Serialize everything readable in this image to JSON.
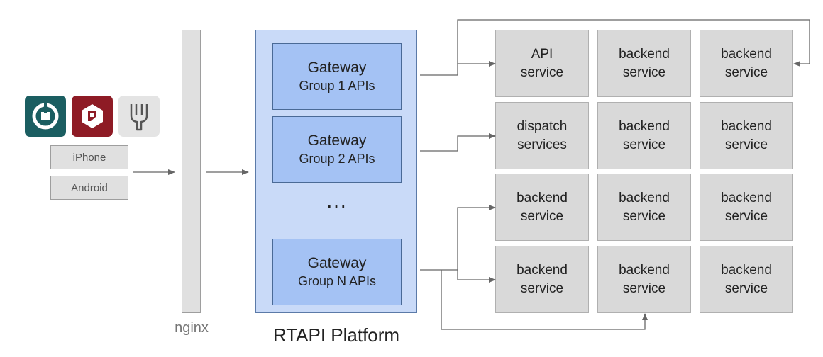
{
  "apps": [
    {
      "icon": "uber-logo-icon",
      "bg": "#1b5e61",
      "fg": "#ffffff"
    },
    {
      "icon": "uber-eats-driver-logo-icon",
      "bg": "#8e1b25",
      "fg": "#ffffff"
    },
    {
      "icon": "fork-icon",
      "bg": "#e4e4e4",
      "fg": "#555555"
    }
  ],
  "platforms": {
    "iphone": "iPhone",
    "android": "Android"
  },
  "nginx": {
    "label": "nginx"
  },
  "rtapi": {
    "label": "RTAPI Platform"
  },
  "gateways": [
    {
      "title": "Gateway",
      "subtitle": "Group 1 APIs"
    },
    {
      "title": "Gateway",
      "subtitle": "Group 2 APIs"
    },
    {
      "title": "Gateway",
      "subtitle": "Group N APIs"
    }
  ],
  "ellipsis": "...",
  "services": [
    [
      {
        "line1": "API",
        "line2": "service"
      },
      {
        "line1": "backend",
        "line2": "service"
      },
      {
        "line1": "backend",
        "line2": "service"
      }
    ],
    [
      {
        "line1": "dispatch",
        "line2": "services"
      },
      {
        "line1": "backend",
        "line2": "service"
      },
      {
        "line1": "backend",
        "line2": "service"
      }
    ],
    [
      {
        "line1": "backend",
        "line2": "service"
      },
      {
        "line1": "backend",
        "line2": "service"
      },
      {
        "line1": "backend",
        "line2": "service"
      }
    ],
    [
      {
        "line1": "backend",
        "line2": "service"
      },
      {
        "line1": "backend",
        "line2": "service"
      },
      {
        "line1": "backend",
        "line2": "service"
      }
    ]
  ],
  "colors": {
    "arrow": "#666666",
    "gateway": "#a4c2f4",
    "platform": "#c9daf8",
    "service": "#d9d9d9"
  }
}
